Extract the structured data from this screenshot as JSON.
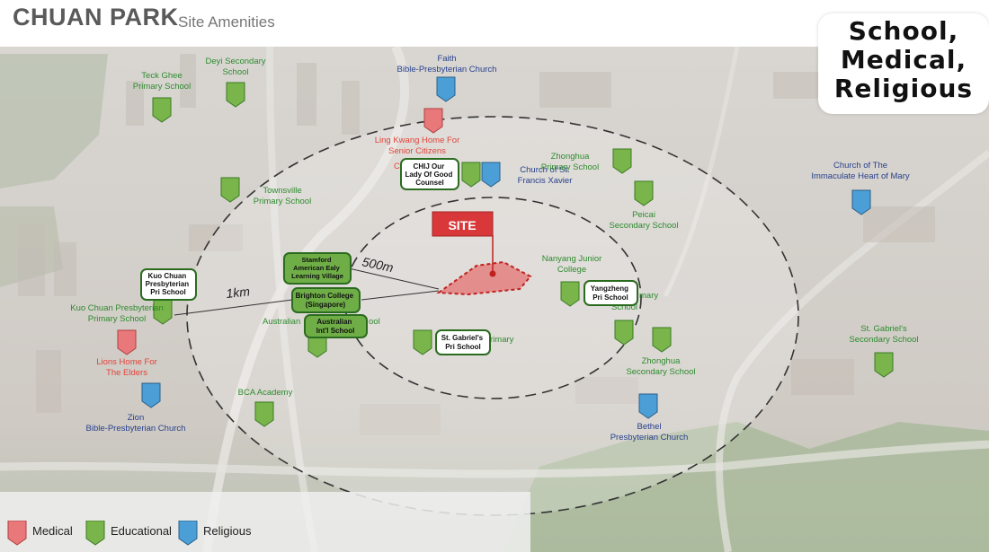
{
  "header": {
    "title": "CHUAN PARK",
    "subtitle": "Site Amenities"
  },
  "badge": {
    "line1": "School,",
    "line2": "Medical,",
    "line3": "Religious"
  },
  "site_label": "SITE",
  "rings": {
    "inner": "500m",
    "outer": "1km"
  },
  "colors": {
    "medical": "#e8787a",
    "educational": "#79b54a",
    "religious": "#4b9fd6",
    "site": "#d9383a",
    "callout_fill": "#6fae47",
    "callout_border": "#2b6b1f"
  },
  "legend": [
    {
      "label": "Medical",
      "category": "medical"
    },
    {
      "label": "Educational",
      "category": "educational"
    },
    {
      "label": "Religious",
      "category": "religious"
    }
  ],
  "amenities": [
    {
      "label": "Deyi Secondary School",
      "category": "educational"
    },
    {
      "label": "Teck Ghee Primary School",
      "category": "educational"
    },
    {
      "label": "Faith Bible-Presbyterian Church",
      "category": "religious"
    },
    {
      "label": "Ling Kwang Home For Senior Citizens",
      "category": "medical"
    },
    {
      "label": "Townsville Primary School",
      "category": "educational"
    },
    {
      "label": "Church of St. Francis Xavier",
      "category": "religious"
    },
    {
      "label": "Zhonghua Primary School",
      "category": "educational"
    },
    {
      "label": "Peicai Secondary School",
      "category": "educational"
    },
    {
      "label": "Church of The Immaculate Heart of Mary",
      "category": "religious"
    },
    {
      "label": "Nanyang Junior College",
      "category": "educational"
    },
    {
      "label": "Kuo Chuan Presbyterian Primary School",
      "category": "educational"
    },
    {
      "label": "Lions Home For The Elders",
      "category": "medical"
    },
    {
      "label": "Zion Bible-Presbyterian Church",
      "category": "religious"
    },
    {
      "label": "BCA Academy",
      "category": "educational"
    },
    {
      "label": "Zhonghua Secondary School",
      "category": "educational"
    },
    {
      "label": "St. Gabriel's Secondary School",
      "category": "educational"
    },
    {
      "label": "Bethel Presbyterian Church",
      "category": "religious"
    }
  ],
  "partial_labels": {
    "australian": "Australian",
    "school_fragment": "ool",
    "primary_fragment": "rimary",
    "yangzheng_fragment": "mary",
    "yangzheng_school": "School",
    "chij_fragment": "C"
  },
  "callouts": [
    {
      "lines": [
        "CHIJ Our",
        "Lady Of Good",
        "Counsel"
      ],
      "style": "white"
    },
    {
      "lines": [
        "Kuo Chuan",
        "Presbyterian",
        "Pri School"
      ],
      "style": "white"
    },
    {
      "lines": [
        "Stamford",
        "American Ealy",
        "Learning Village"
      ],
      "style": "green"
    },
    {
      "lines": [
        "Brighton College",
        "(Singapore)"
      ],
      "style": "green"
    },
    {
      "lines": [
        "Australian",
        "Int'l School"
      ],
      "style": "green"
    },
    {
      "lines": [
        "Yangzheng",
        "Pri School"
      ],
      "style": "white"
    },
    {
      "lines": [
        "St. Gabriel's",
        "Pri School"
      ],
      "style": "white"
    }
  ]
}
